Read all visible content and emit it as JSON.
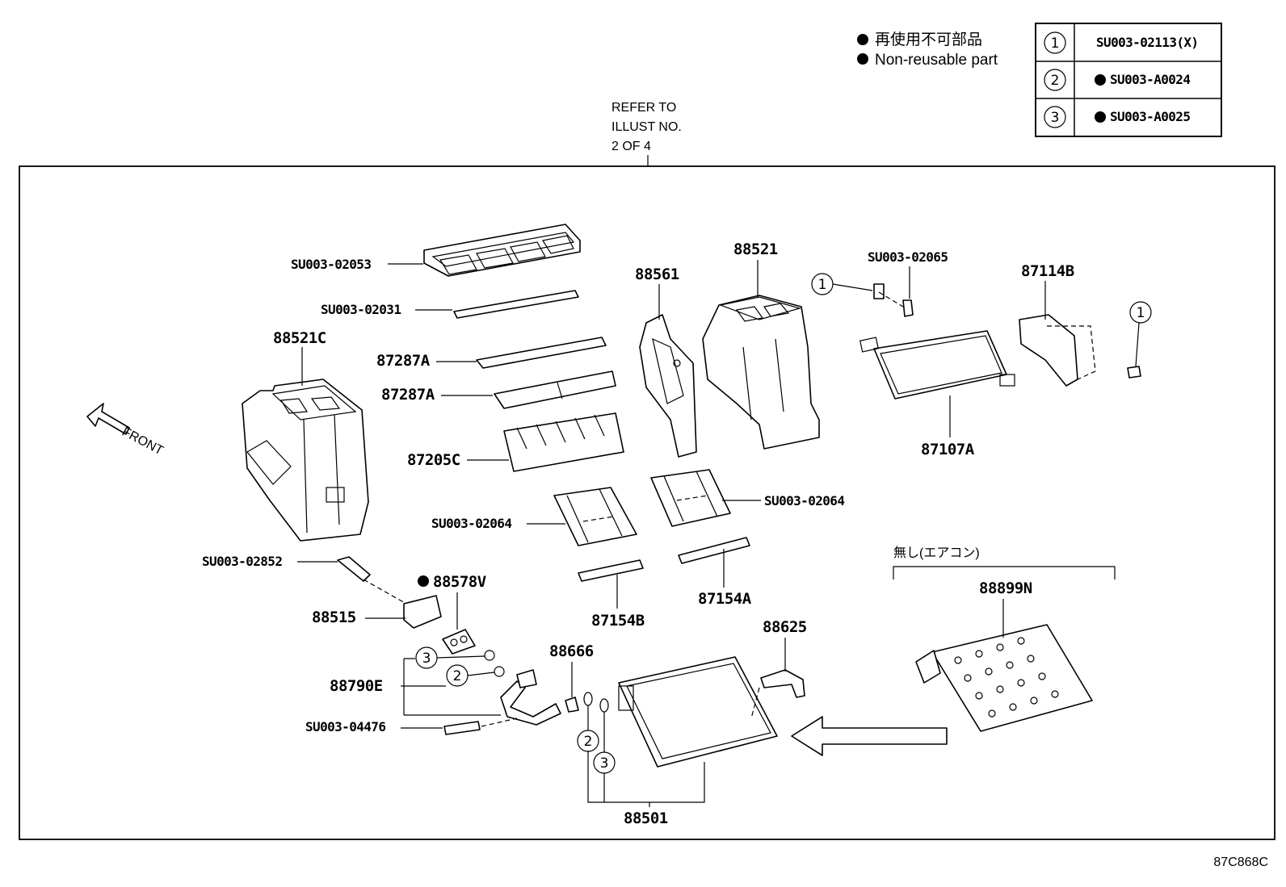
{
  "legend": {
    "ja": "再使用不可部品",
    "en": "Non-reusable part"
  },
  "table": [
    {
      "ref": "1",
      "part": "SU003-02113(X)",
      "non_reusable": false
    },
    {
      "ref": "2",
      "part": "SU003-A0024",
      "non_reusable": true
    },
    {
      "ref": "3",
      "part": "SU003-A0025",
      "non_reusable": true
    }
  ],
  "refer": {
    "line1": "REFER TO",
    "line2": "ILLUST NO.",
    "line3": "2 OF 4"
  },
  "front_label": "FRONT",
  "option_label": "無し(エアコン)",
  "diagram_code": "87C868C",
  "parts": {
    "su_02053": "SU003-02053",
    "su_02031": "SU003-02031",
    "p88521C": "88521C",
    "p87287A_1": "87287A",
    "p87287A_2": "87287A",
    "p87205C": "87205C",
    "su_02064_left": "SU003-02064",
    "su_02064_right": "SU003-02064",
    "p88561": "88561",
    "p88521": "88521",
    "su_02065": "SU003-02065",
    "p87114B": "87114B",
    "p87107A": "87107A",
    "su_02852": "SU003-02852",
    "p88578V": "88578V",
    "p88515": "88515",
    "p87154B": "87154B",
    "p87154A": "87154A",
    "p88790E": "88790E",
    "su_04476": "SU003-04476",
    "p88666": "88666",
    "p88625": "88625",
    "p88899N": "88899N",
    "p88501": "88501"
  },
  "callouts": {
    "c1a": "1",
    "c1b": "1",
    "c3a": "3",
    "c2a": "2",
    "c2b": "2",
    "c3b": "3"
  }
}
